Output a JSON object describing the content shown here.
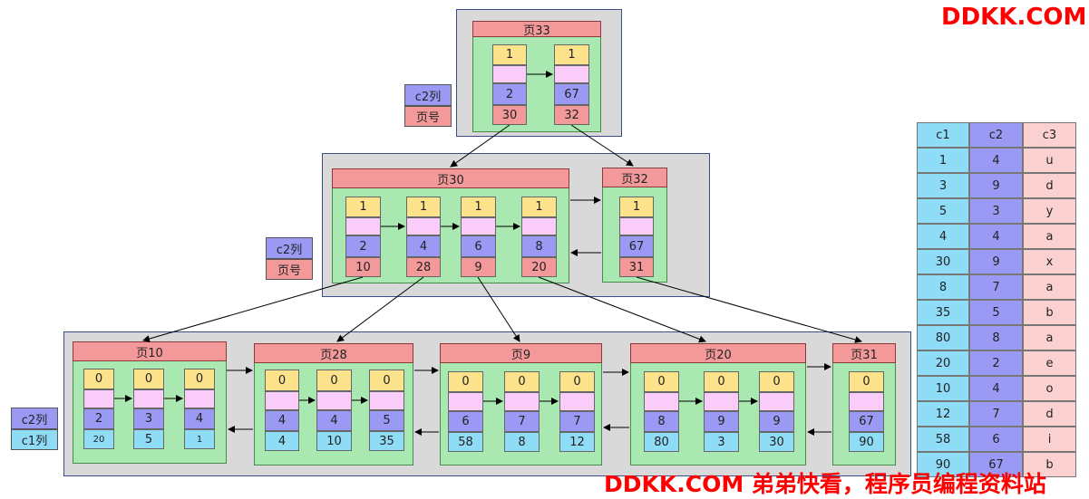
{
  "watermark_top": "DDKK.COM",
  "watermark_bottom": "DDKK.COM 弟弟快看，程序员编程资料站",
  "legend_top": {
    "key": "c2列",
    "page": "页号"
  },
  "legend_mid": {
    "key": "c2列",
    "page": "页号"
  },
  "legend_bottom": {
    "key": "c2列",
    "pk": "c1列"
  },
  "pages": {
    "p33": {
      "title": "页33",
      "records": [
        {
          "t": "1",
          "k": "2",
          "v": "30"
        },
        {
          "t": "1",
          "k": "67",
          "v": "32"
        }
      ]
    },
    "p30": {
      "title": "页30",
      "records": [
        {
          "t": "1",
          "k": "2",
          "v": "10"
        },
        {
          "t": "1",
          "k": "4",
          "v": "28"
        },
        {
          "t": "1",
          "k": "6",
          "v": "9"
        },
        {
          "t": "1",
          "k": "8",
          "v": "20"
        }
      ]
    },
    "p32": {
      "title": "页32",
      "records": [
        {
          "t": "1",
          "k": "67",
          "v": "31"
        }
      ]
    },
    "p10": {
      "title": "页10",
      "records": [
        {
          "t": "0",
          "k": "2",
          "v": "20"
        },
        {
          "t": "0",
          "k": "3",
          "v": "5"
        },
        {
          "t": "0",
          "k": "4",
          "v": "1"
        }
      ]
    },
    "p28": {
      "title": "页28",
      "records": [
        {
          "t": "0",
          "k": "4",
          "v": "4"
        },
        {
          "t": "0",
          "k": "4",
          "v": "10"
        },
        {
          "t": "0",
          "k": "5",
          "v": "35"
        }
      ]
    },
    "p9": {
      "title": "页9",
      "records": [
        {
          "t": "0",
          "k": "6",
          "v": "58"
        },
        {
          "t": "0",
          "k": "7",
          "v": "8"
        },
        {
          "t": "0",
          "k": "7",
          "v": "12"
        }
      ]
    },
    "p20": {
      "title": "页20",
      "records": [
        {
          "t": "0",
          "k": "8",
          "v": "80"
        },
        {
          "t": "0",
          "k": "9",
          "v": "3"
        },
        {
          "t": "0",
          "k": "9",
          "v": "30"
        }
      ]
    },
    "p31": {
      "title": "页31",
      "records": [
        {
          "t": "0",
          "k": "67",
          "v": "90"
        }
      ]
    }
  },
  "table": {
    "headers": [
      "c1",
      "c2",
      "c3"
    ],
    "rows": [
      [
        "1",
        "4",
        "u"
      ],
      [
        "3",
        "9",
        "d"
      ],
      [
        "5",
        "3",
        "y"
      ],
      [
        "4",
        "4",
        "a"
      ],
      [
        "30",
        "9",
        "x"
      ],
      [
        "8",
        "7",
        "a"
      ],
      [
        "35",
        "5",
        "b"
      ],
      [
        "80",
        "8",
        "a"
      ],
      [
        "20",
        "2",
        "e"
      ],
      [
        "10",
        "4",
        "o"
      ],
      [
        "12",
        "7",
        "d"
      ],
      [
        "58",
        "6",
        "i"
      ],
      [
        "90",
        "67",
        "b"
      ]
    ]
  }
}
